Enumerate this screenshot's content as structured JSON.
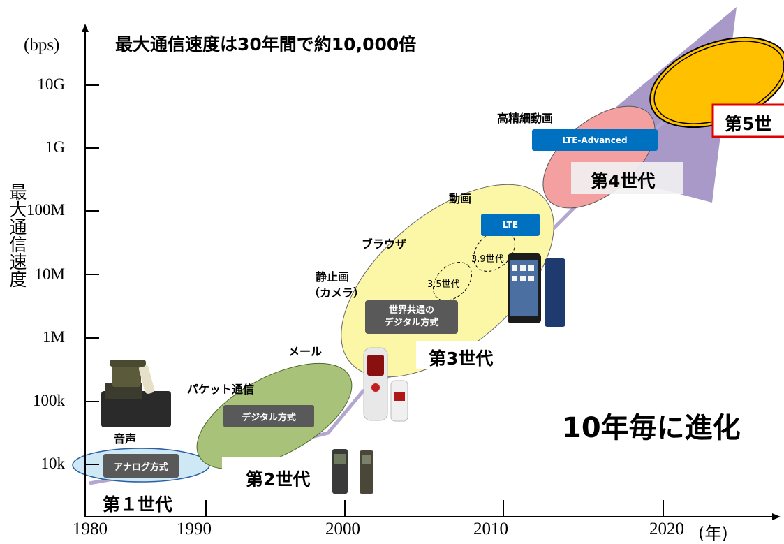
{
  "title": "最大通信速度は30年間で約10,000倍",
  "unit_label": "(bps)",
  "y_axis_title": "最大通信速度",
  "y_ticks": [
    "10G",
    "1G",
    "100M",
    "10M",
    "1M",
    "100k",
    "10k"
  ],
  "x_ticks": [
    "1980",
    "1990",
    "2000",
    "2010",
    "2020"
  ],
  "x_unit": "(年)",
  "headline": "10年毎に進化",
  "generations": {
    "g1": "第１世代",
    "g2": "第2世代",
    "g3": "第3世代",
    "g4": "第4世代",
    "g5": "第5世"
  },
  "services": {
    "voice": "音声",
    "packet": "パケット通信",
    "mail": "メール",
    "still_image_1": "静止画",
    "still_image_2": "（カメラ）",
    "browser": "ブラウザ",
    "video": "動画",
    "hd_video": "高精細動画"
  },
  "badges": {
    "analog": "アナログ方式",
    "digital": "デジタル方式",
    "global_digital_1": "世界共通の",
    "global_digital_2": "デジタル方式",
    "lte": "LTE",
    "lte_advanced": "LTE-Advanced"
  },
  "sub_generations": {
    "g35": "3.5世代",
    "g39": "3.9世代"
  },
  "colors": {
    "g1_ellipse": "#cfe8f6",
    "g2_ellipse": "#a9c27a",
    "g3_ellipse": "#fbf7a6",
    "g4_ellipse": "#f4a0a0",
    "g5_ellipse": "#ffc000",
    "trend_line": "#b4a7cf",
    "g5_triangle": "#a899c9",
    "badge_gray": "#595959",
    "badge_blue": "#0070c0",
    "g5_frame": "#e00000"
  }
}
